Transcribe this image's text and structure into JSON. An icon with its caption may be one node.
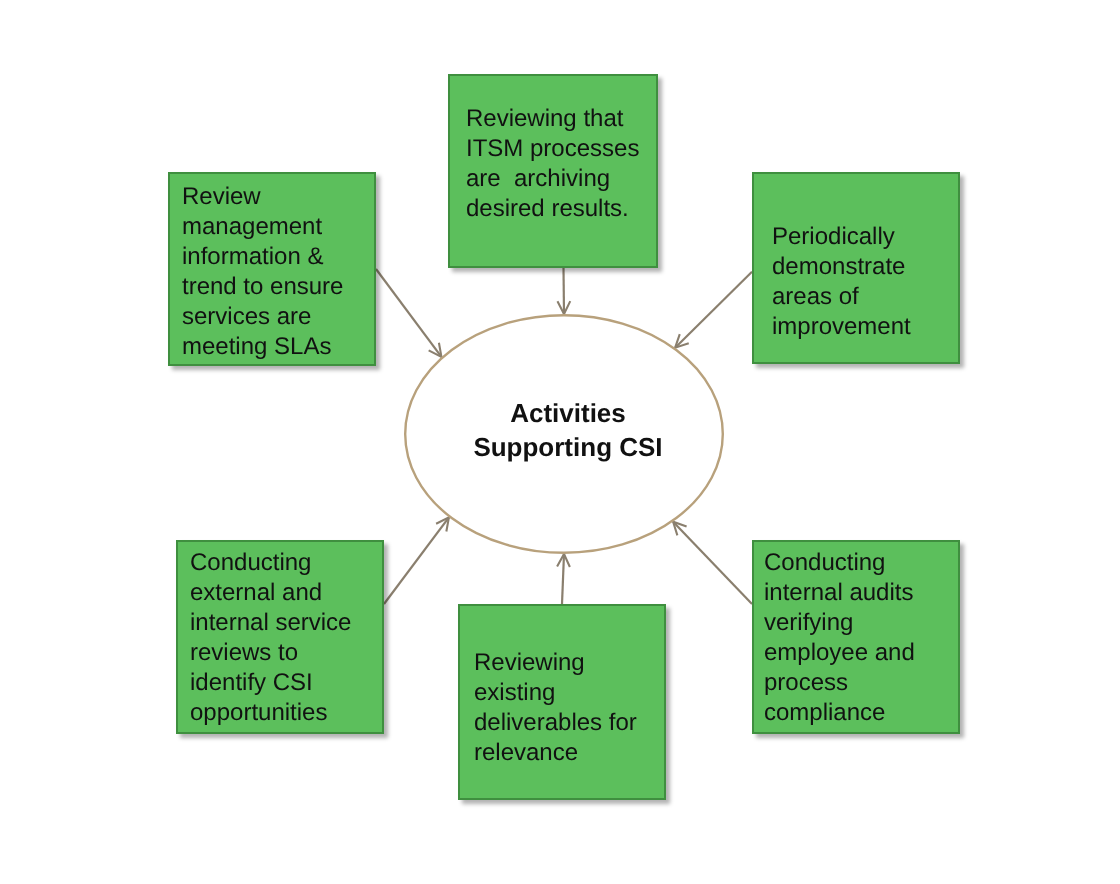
{
  "diagram": {
    "nodes": [
      {
        "text": [
          "Reviewing that ITSM processes are  archiving desired results."
        ]
      },
      {
        "text": [
          "Review management information & trend to ensure services are meeting SLAs"
        ]
      },
      {
        "text": [
          "Periodically demonstrate areas of improvement"
        ]
      },
      {
        "text": [
          "Activities Supporting CSI"
        ]
      },
      {
        "text": [
          "Conducting external and internal service reviews to identify CSI opportunities"
        ]
      },
      {
        "text": [
          "Conducting internal audits verifying employee and process compliance"
        ]
      },
      {
        "text": [
          "Reviewing existing deliverables for relevance"
        ]
      }
    ],
    "edges": [
      {
        "from": 0,
        "to": 3,
        "arrow": "to"
      },
      {
        "from": 1,
        "to": 3,
        "arrow": "to"
      },
      {
        "from": 2,
        "to": 3,
        "arrow": "to"
      },
      {
        "from": 4,
        "to": 3,
        "arrow": "to"
      },
      {
        "from": 6,
        "to": 3,
        "arrow": "to"
      },
      {
        "from": 5,
        "to": 3,
        "arrow": "to"
      }
    ]
  }
}
